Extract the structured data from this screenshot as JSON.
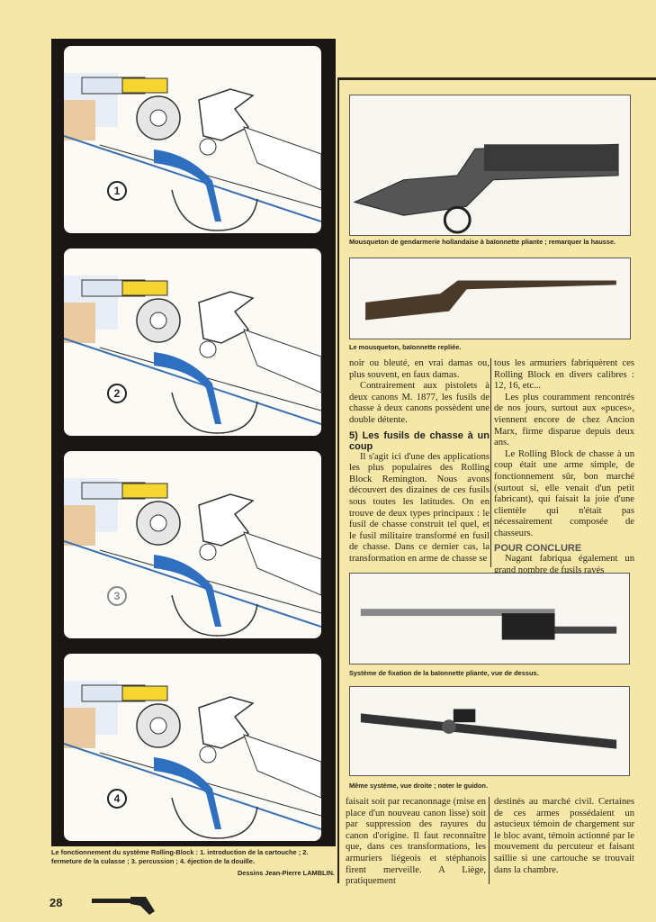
{
  "left": {
    "panels": [
      {
        "number": "1"
      },
      {
        "number": "2"
      },
      {
        "number": "3"
      },
      {
        "number": "4"
      }
    ],
    "caption": "Le fonctionnement du système Rolling-Block : 1. introduction de la cartouche ; 2. fermeture de la culasse ; 3. percussion ; 4. éjection de la douille.",
    "credit": "Dessins Jean-Pierre LAMBLIN."
  },
  "photos": [
    {
      "caption": "Mousqueton de gendarmerie hollandaise à baïonnette pliante ; remarquer la hausse."
    },
    {
      "caption": "Le mousqueton, baïonnette repliée."
    },
    {
      "caption": "Système de fixation de la baïonnette pliante, vue de dessus."
    },
    {
      "caption": "Même système, vue droite ; noter le guidon."
    }
  ],
  "article": {
    "col1": [
      "noir ou bleuté, en vrai damas ou, plus souvent, en faux damas.",
      "Contrairement aux pistolets à deux canons M. 1877, les fusils de chasse à deux canons possèdent une double détente."
    ],
    "heading1": "5) Les fusils de chasse à un coup",
    "col1b": "Il s'agit ici d'une des applications les plus populaires des Rolling Block Remington. Nous avons découvert des dizaines de ces fusils sous toutes les latitudes. On en trouve de deux types principaux : le fusil de chasse construit tel quel, et le fusil militaire transformé en fusil de chasse. Dans ce dernier cas, la transformation en arme de chasse se",
    "col2": [
      "tous les armuriers fabriquèrent ces Rolling Block en divers calibres : 12, 16, etc...",
      "Les plus couramment rencontrés de nos jours, surtout aux «puces», viennent encore de chez Ancion Marx, firme disparue depuis deux ans.",
      "Le Rolling Block de chasse à un coup était une arme simple, de fonctionnement sûr, bon marché (surtout si, elle venait d'un petit fabricant), qui faisait la joie d'une clientèle qui n'était pas nécessairement composée de chasseurs."
    ],
    "heading2": "POUR CONCLURE",
    "col2b": "Nagant fabriqua également un grand nombre de fusils rayés",
    "col3": "faisait soit par recanonnage (mise en place d'un nouveau canon lisse) soit par suppression des rayures du canon d'origine. Il faut reconnaître que, dans ces transformations, les armuriers liégeois et stéphanois firent merveille. A Liège, pratiquement",
    "col4": "destinés au marché civil. Certaines de ces armes possédaient un astucieux témoin de chargement sur le bloc avant, témoin actionné par le mouvement du percuteur et faisant saillie si une cartouche se trouvait dans la chambre."
  },
  "footer": {
    "page_number": "28"
  }
}
